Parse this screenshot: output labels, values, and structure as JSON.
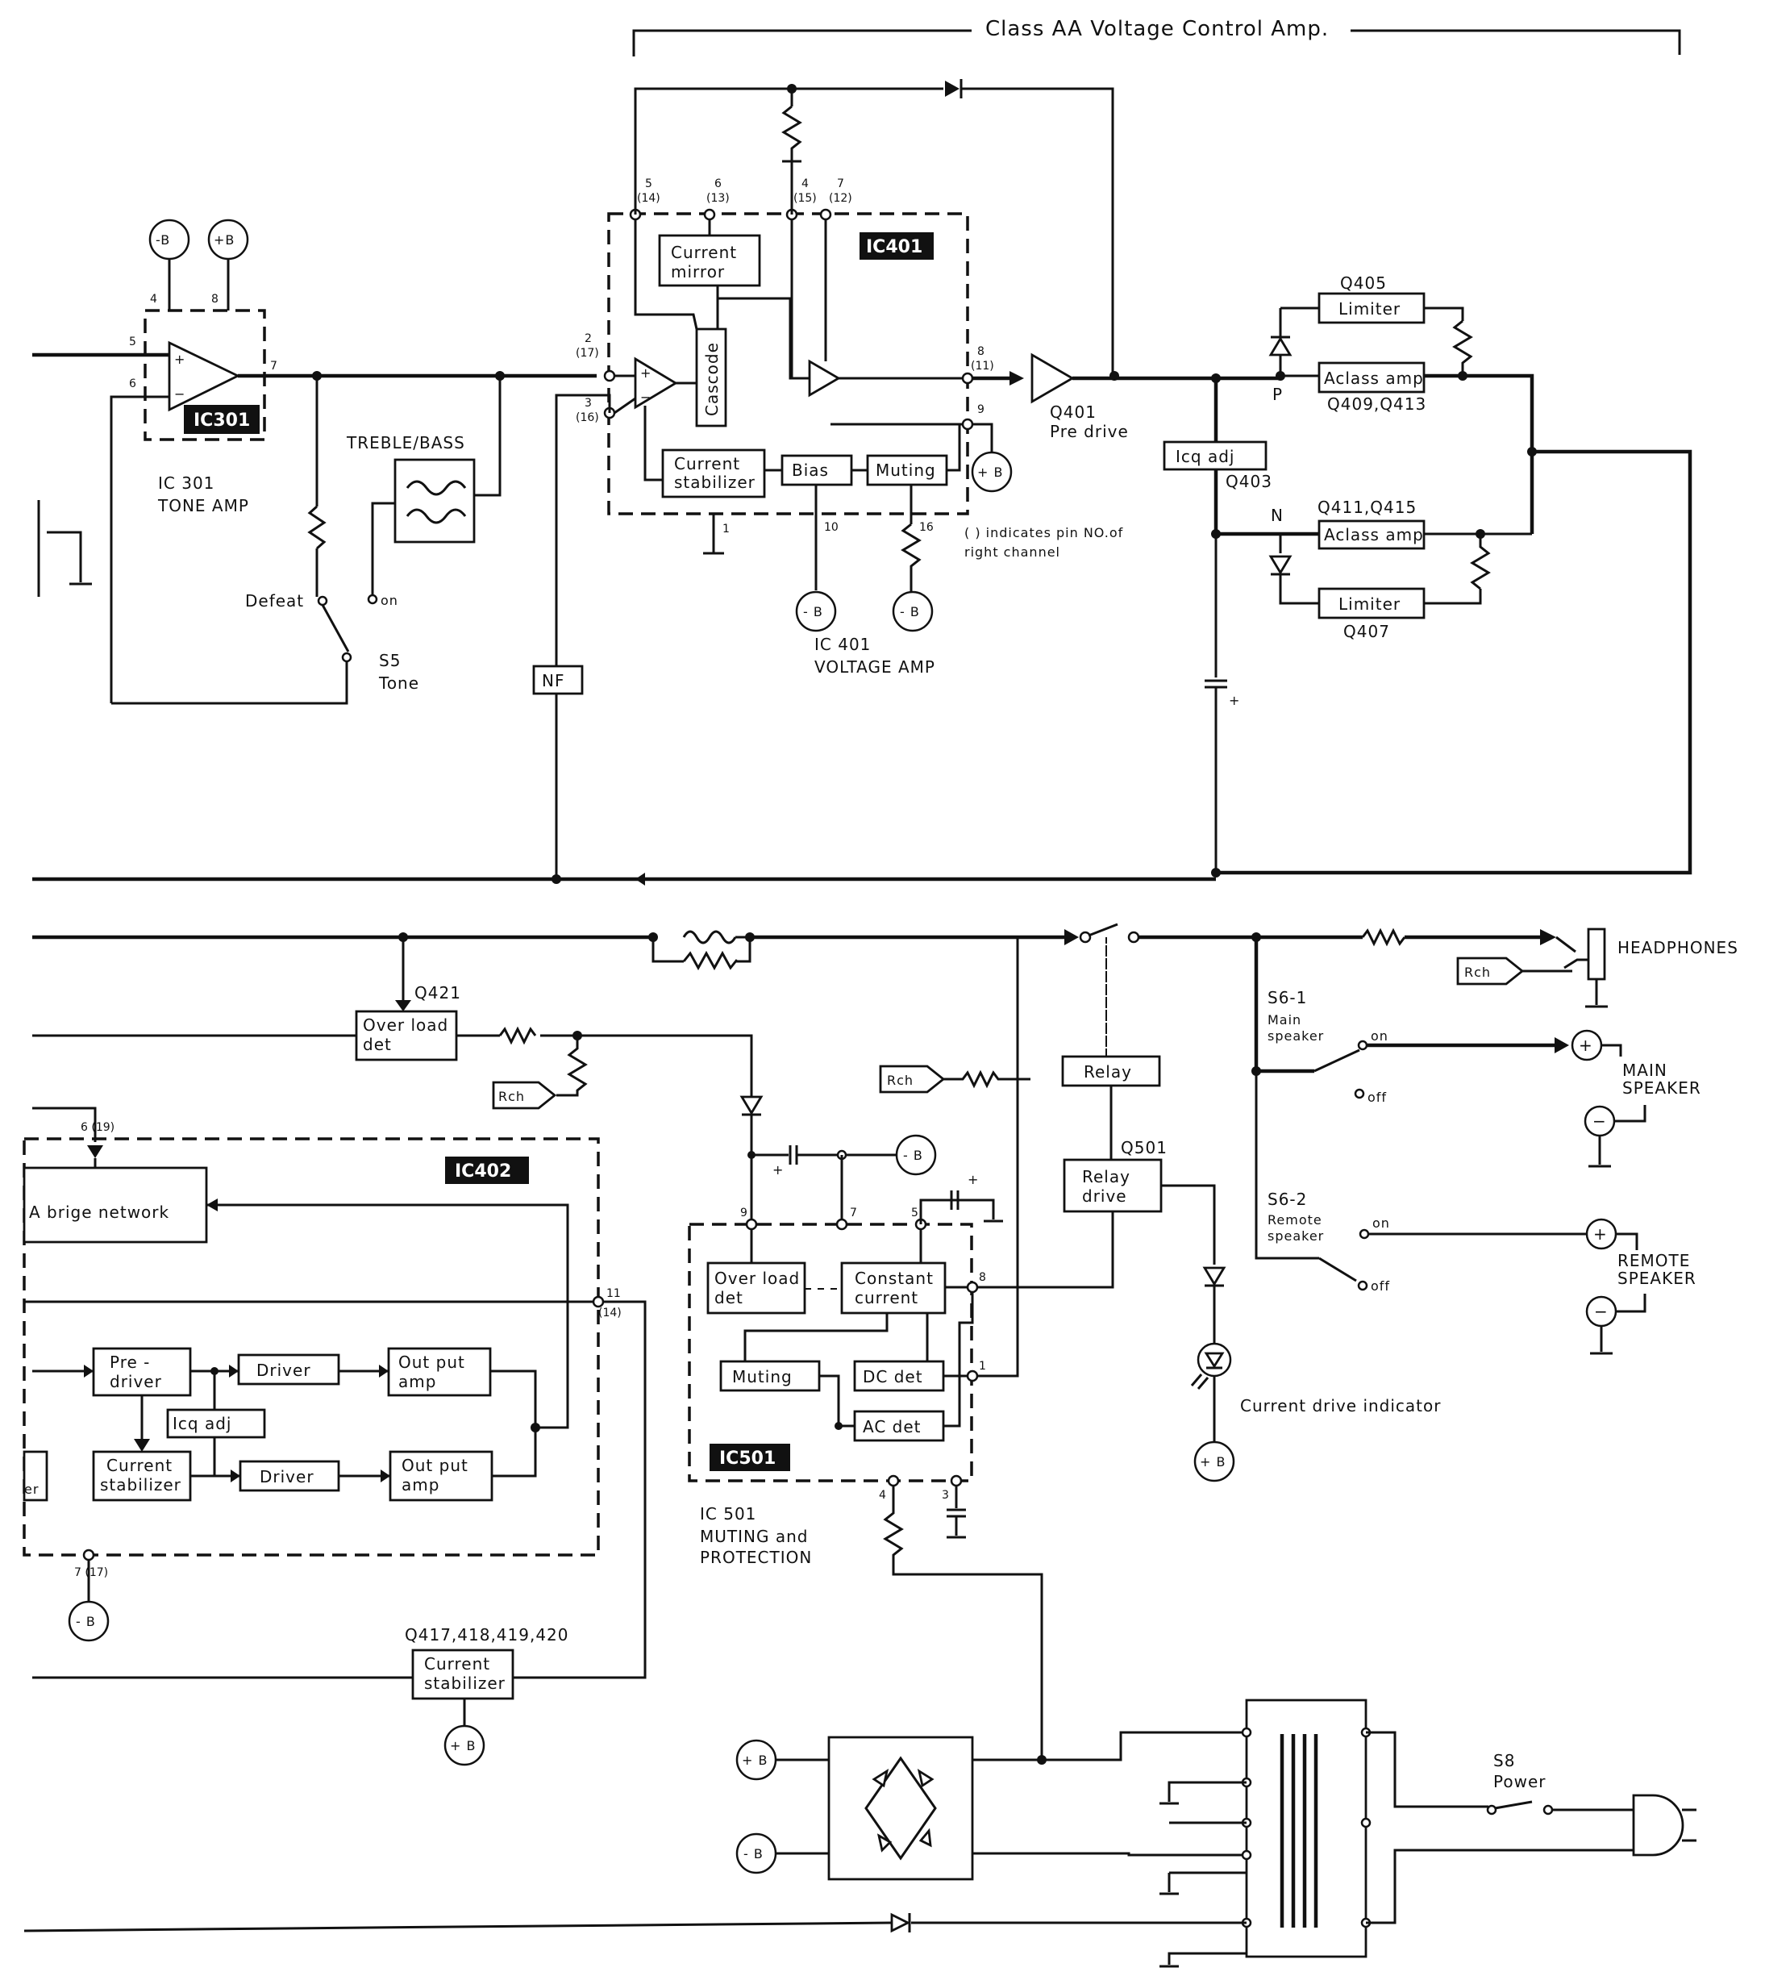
{
  "title": "Class AA Voltage Control Amp.",
  "ic_tags": {
    "ic301": "IC301",
    "ic401": "IC401",
    "ic402": "IC402",
    "ic501": "IC501"
  },
  "captions": {
    "ic301_line1": "IC 301",
    "ic301_line2": "TONE AMP",
    "ic401_line1": "IC 401",
    "ic401_line2": "VOLTAGE  AMP",
    "ic501_line1": "IC 501",
    "ic501_line2": "MUTING and",
    "ic501_line3": "PROTECTION",
    "pin_note_line1": "(   ) indicates pin NO.of",
    "pin_note_line2": "right channel"
  },
  "blocks": {
    "current_mirror_1": "Current",
    "current_mirror_2": "mirror",
    "cascode": "Cascode",
    "current_stabilizer_1": "Current",
    "current_stabilizer_2": "stabilizer",
    "bias": "Bias",
    "muting": "Muting",
    "treble_bass": "TREBLE/BASS",
    "limiter": "Limiter",
    "aclass_amp": "Aclass amp",
    "icq_adj": "Icq adj",
    "nf": "NF",
    "overload_1": "Over load",
    "overload_2": "det",
    "bridge_network": "A brige network",
    "pre_driver_1": "Pre -",
    "pre_driver_2": "driver",
    "driver": "Driver",
    "output_amp_1": "Out put",
    "output_amp_2": "amp",
    "icq_adj_small": "Icq adj",
    "stab_frag": "er",
    "constant_current_1": "Constant",
    "constant_current_2": "current",
    "dc_det": "DC  det",
    "ac_det": "AC  det",
    "relay": "Relay",
    "relay_drive_1": "Relay",
    "relay_drive_2": "drive"
  },
  "transistors": {
    "q405": "Q405",
    "q409": "Q409,Q413",
    "q411": "Q411,Q415",
    "q407": "Q407",
    "q401": "Q401",
    "q401_desc": "Pre drive",
    "q403": "Q403",
    "q421": "Q421",
    "q417": "Q417,418,419,420",
    "q501": "Q501"
  },
  "switches": {
    "defeat": "Defeat",
    "on": "on",
    "s5": "S5",
    "s5_desc": "Tone",
    "s6_1": "S6-1",
    "s6_1_l1": "Main",
    "s6_1_l2": "speaker",
    "s6_2": "S6-2",
    "s6_2_l1": "Remote",
    "s6_2_l2": "speaker",
    "s8": "S8",
    "s8_desc": "Power",
    "off": "off"
  },
  "outputs": {
    "headphones": "HEADPHONES",
    "main_speaker_1": "MAIN",
    "main_speaker_2": "SPEAKER",
    "remote_speaker_1": "REMOTE",
    "remote_speaker_2": "SPEAKER",
    "current_drive_indicator": "Current drive indicator",
    "rch": "Rch"
  },
  "supplies": {
    "plus_b": "+B",
    "minus_b": "-B",
    "plus_b_sp": "+ B",
    "minus_b_sp": "- B"
  },
  "pins": {
    "p4": "4",
    "p8": "8",
    "p5": "5",
    "p6": "6",
    "p7": "7",
    "p2": "2",
    "p17": "(17)",
    "p3": "3",
    "p16": "(16)",
    "p5b": "5",
    "p14": "(14)",
    "p6b": "6",
    "p13": "(13)",
    "p4b": "4",
    "p15": "(15)",
    "p7b": "7",
    "p12": "(12)",
    "p8b": "8",
    "p11": "(11)",
    "p9": "9",
    "p1": "1",
    "p10": "10",
    "p16b": "16",
    "pP": "P",
    "pN": "N",
    "p619": "6 (19)",
    "p11b": "11",
    "p14b": "(14)",
    "p717": "7 (17)",
    "p9b": "9",
    "p7c": "7",
    "p5c": "5",
    "p8c": "8",
    "p1b": "1",
    "p4c": "4",
    "p3c": "3"
  }
}
